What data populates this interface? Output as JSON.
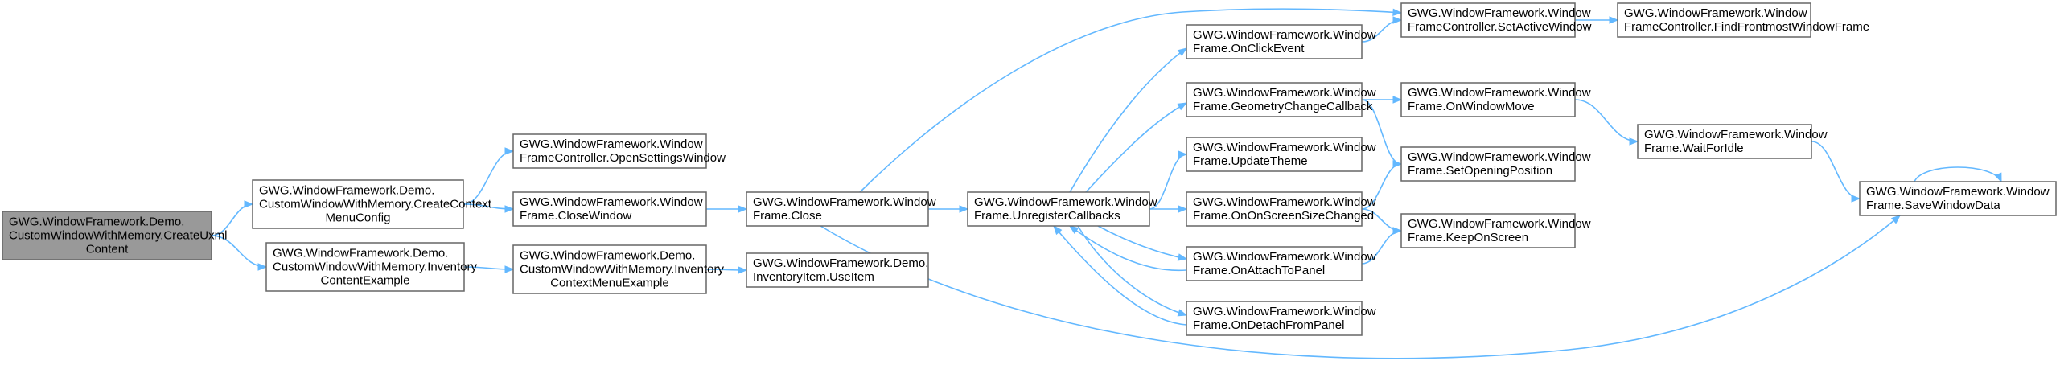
{
  "diagram": {
    "nodes": [
      {
        "id": "root",
        "lines": [
          "GWG.WindowFramework.Demo.",
          "CustomWindowWithMemory.CreateUxml",
          "Content"
        ],
        "style": "root"
      },
      {
        "id": "ctx_cfg",
        "lines": [
          "GWG.WindowFramework.Demo.",
          "CustomWindowWithMemory.CreateContext",
          "MenuConfig"
        ]
      },
      {
        "id": "inv_ex",
        "lines": [
          "GWG.WindowFramework.Demo.",
          "CustomWindowWithMemory.Inventory",
          "ContentExample"
        ]
      },
      {
        "id": "open_settings",
        "lines": [
          "GWG.WindowFramework.Window",
          "FrameController.OpenSettingsWindow"
        ]
      },
      {
        "id": "close_window",
        "lines": [
          "GWG.WindowFramework.Window",
          "Frame.CloseWindow"
        ]
      },
      {
        "id": "inv_ctx",
        "lines": [
          "GWG.WindowFramework.Demo.",
          "CustomWindowWithMemory.Inventory",
          "ContextMenuExample"
        ]
      },
      {
        "id": "close",
        "lines": [
          "GWG.WindowFramework.Window",
          "Frame.Close"
        ]
      },
      {
        "id": "use_item",
        "lines": [
          "GWG.WindowFramework.Demo.",
          "InventoryItem.UseItem"
        ]
      },
      {
        "id": "unreg",
        "lines": [
          "GWG.WindowFramework.Window",
          "Frame.UnregisterCallbacks"
        ]
      },
      {
        "id": "on_click",
        "lines": [
          "GWG.WindowFramework.Window",
          "Frame.OnClickEvent"
        ]
      },
      {
        "id": "geom",
        "lines": [
          "GWG.WindowFramework.Window",
          "Frame.GeometryChangeCallback"
        ]
      },
      {
        "id": "update_theme",
        "lines": [
          "GWG.WindowFramework.Window",
          "Frame.UpdateTheme"
        ]
      },
      {
        "id": "on_screen",
        "lines": [
          "GWG.WindowFramework.Window",
          "Frame.OnOnScreenSizeChanged"
        ]
      },
      {
        "id": "attach",
        "lines": [
          "GWG.WindowFramework.Window",
          "Frame.OnAttachToPanel"
        ]
      },
      {
        "id": "detach",
        "lines": [
          "GWG.WindowFramework.Window",
          "Frame.OnDetachFromPanel"
        ]
      },
      {
        "id": "set_active",
        "lines": [
          "GWG.WindowFramework.Window",
          "FrameController.SetActiveWindow"
        ]
      },
      {
        "id": "on_move",
        "lines": [
          "GWG.WindowFramework.Window",
          "Frame.OnWindowMove"
        ]
      },
      {
        "id": "set_opening",
        "lines": [
          "GWG.WindowFramework.Window",
          "Frame.SetOpeningPosition"
        ]
      },
      {
        "id": "keep_on",
        "lines": [
          "GWG.WindowFramework.Window",
          "Frame.KeepOnScreen"
        ]
      },
      {
        "id": "find_front",
        "lines": [
          "GWG.WindowFramework.Window",
          "FrameController.FindFrontmostWindowFrame"
        ]
      },
      {
        "id": "wait_idle",
        "lines": [
          "GWG.WindowFramework.Window",
          "Frame.WaitForIdle"
        ]
      },
      {
        "id": "save",
        "lines": [
          "GWG.WindowFramework.Window",
          "Frame.SaveWindowData"
        ]
      }
    ],
    "edges": [
      {
        "from": "root",
        "to": "ctx_cfg"
      },
      {
        "from": "root",
        "to": "inv_ex"
      },
      {
        "from": "ctx_cfg",
        "to": "open_settings"
      },
      {
        "from": "ctx_cfg",
        "to": "close_window"
      },
      {
        "from": "close_window",
        "to": "close"
      },
      {
        "from": "inv_ex",
        "to": "inv_ctx"
      },
      {
        "from": "inv_ctx",
        "to": "use_item"
      },
      {
        "from": "close",
        "to": "unreg"
      },
      {
        "from": "close",
        "to": "set_active"
      },
      {
        "from": "close",
        "to": "save"
      },
      {
        "from": "unreg",
        "to": "on_click"
      },
      {
        "from": "unreg",
        "to": "geom"
      },
      {
        "from": "unreg",
        "to": "update_theme"
      },
      {
        "from": "unreg",
        "to": "on_screen"
      },
      {
        "from": "unreg",
        "to": "attach"
      },
      {
        "from": "unreg",
        "to": "detach"
      },
      {
        "from": "attach",
        "to": "unreg"
      },
      {
        "from": "detach",
        "to": "unreg"
      },
      {
        "from": "on_click",
        "to": "set_active"
      },
      {
        "from": "set_active",
        "to": "find_front"
      },
      {
        "from": "geom",
        "to": "on_move"
      },
      {
        "from": "geom",
        "to": "set_opening"
      },
      {
        "from": "on_screen",
        "to": "set_opening"
      },
      {
        "from": "on_screen",
        "to": "keep_on"
      },
      {
        "from": "attach",
        "to": "keep_on"
      },
      {
        "from": "on_move",
        "to": "wait_idle"
      },
      {
        "from": "wait_idle",
        "to": "save"
      },
      {
        "from": "save",
        "to": "save"
      }
    ],
    "colors": {
      "edge": "#63b8ff",
      "node_border": "#666666",
      "root_fill": "#999999"
    }
  }
}
